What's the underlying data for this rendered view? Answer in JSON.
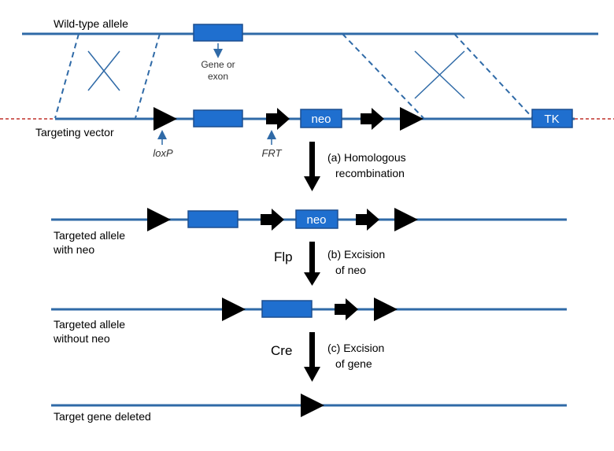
{
  "labels": {
    "wild_type": "Wild-type allele",
    "gene_or_exon_line1": "Gene or",
    "gene_or_exon_line2": "exon",
    "targeting_vector": "Targeting vector",
    "loxp": "loxP",
    "frt": "FRT",
    "neo": "neo",
    "tk": "TK",
    "targeted_with_neo_line1": "Targeted allele",
    "targeted_with_neo_line2": "with neo",
    "targeted_without_neo_line1": "Targeted allele",
    "targeted_without_neo_line2": "without neo",
    "target_deleted": "Target gene deleted"
  },
  "steps": [
    {
      "line1": "(a) Homologous",
      "line2": "recombination",
      "enzyme": ""
    },
    {
      "line1": "(b) Excision",
      "line2": "of neo",
      "enzyme": "Flp"
    },
    {
      "line1": "(c) Excision",
      "line2": "of gene",
      "enzyme": "Cre"
    }
  ],
  "colors": {
    "dna_line": "#2f6aa7",
    "box_fill": "#1f6fcf",
    "box_stroke": "#1d4f8f",
    "vector_dash": "#c0302a"
  }
}
